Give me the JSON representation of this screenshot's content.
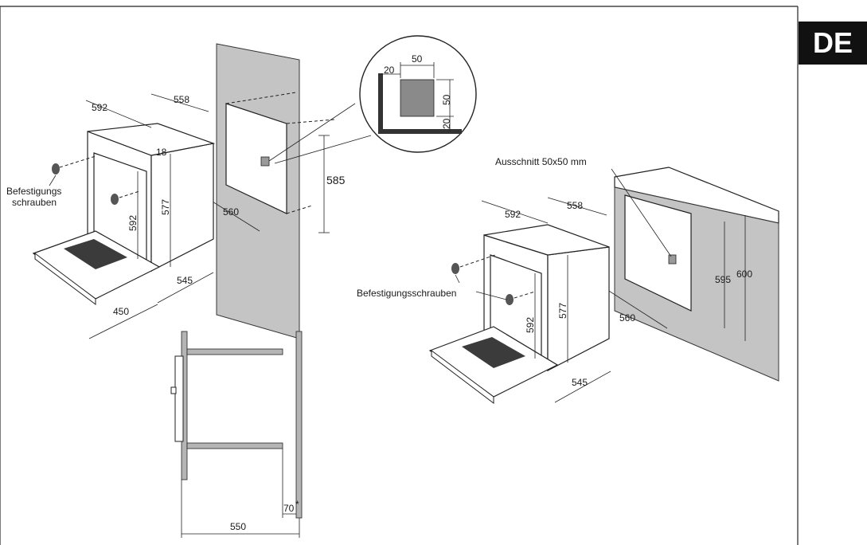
{
  "language_badge": "DE",
  "left_drawing": {
    "dim_width": "592",
    "dim_depth": "558",
    "dim_panel": "18",
    "dim_height": "577",
    "dim_inner_height": "592",
    "dim_niche_width": "560",
    "dim_niche_height": "585",
    "dim_545": "545",
    "dim_450": "450",
    "screws_label_line1": "Befestigungs",
    "screws_label_line2": "schrauben"
  },
  "detail_circle": {
    "dim_50_top": "50",
    "dim_20_left": "20",
    "dim_50_right": "50",
    "dim_20_bottom": "20"
  },
  "side_section": {
    "dim_70": "70",
    "asterisk": "*",
    "dim_550": "550"
  },
  "right_drawing": {
    "cutout_label": "Ausschnitt 50x50 mm",
    "dim_width": "592",
    "dim_depth": "558",
    "dim_595": "595",
    "dim_600": "600",
    "dim_height": "577",
    "dim_inner_height": "592",
    "dim_560": "560",
    "dim_545": "545",
    "screws_label": "Befestigungsschrauben"
  }
}
